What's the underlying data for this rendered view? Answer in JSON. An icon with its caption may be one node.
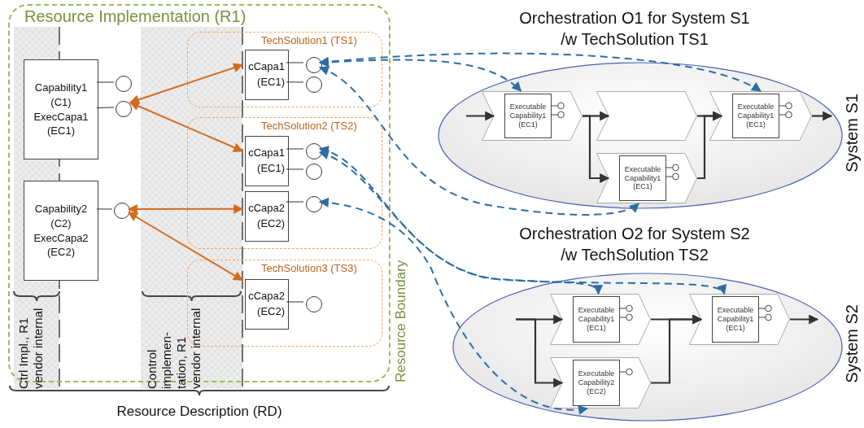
{
  "diagram": {
    "nodes": [
      {
        "text": [
          "Resource Implementation (R1)"
        ]
      },
      {
        "text": [
          "Capability1 (C1) ExecCapa1 (EC1)"
        ],
        "in": 0
      },
      {
        "text": [],
        "shape": "circle",
        "in": 0
      },
      {
        "text": [],
        "shape": "circle",
        "in": 0
      },
      {
        "text": [
          "Capability2 (C2) ExecCapa2 (EC2)"
        ],
        "in": 0
      },
      {
        "text": [],
        "shape": "circle",
        "in": 0
      },
      {
        "text": [
          "TechSolution1 (TS1)"
        ],
        "in": 0
      },
      {
        "text": [
          "cCapa1 (EC1)"
        ],
        "in": 6
      },
      {
        "text": [],
        "shape": "circle",
        "in": 6
      },
      {
        "text": [],
        "shape": "circle",
        "in": 6
      },
      {
        "text": [
          "TechSolution2 (TS2)"
        ],
        "in": 0
      },
      {
        "text": [
          "cCapa1 (EC1)"
        ],
        "in": 10
      },
      {
        "text": [],
        "shape": "circle",
        "in": 10
      },
      {
        "text": [],
        "shape": "circle",
        "in": 10
      },
      {
        "text": [
          "cCapa2 (EC2)"
        ],
        "in": 10
      },
      {
        "text": [],
        "shape": "circle",
        "in": 10
      },
      {
        "text": [
          "TechSolution3 (TS3)"
        ],
        "in": 0
      },
      {
        "text": [
          "cCapa2 (EC2)"
        ],
        "in": 16
      },
      {
        "text": [],
        "shape": "circle",
        "in": 16
      },
      {
        "text": [
          "Orchestration O1 for System S1 /w TechSolution TS1",
          "System S1"
        ]
      },
      {
        "text": [
          "Executable Capability1 (EC1)"
        ],
        "in": 19
      },
      {
        "text": [],
        "shape": "chevron",
        "in": 19
      },
      {
        "text": [
          "Executable Capability1 (EC1)"
        ],
        "in": 19
      },
      {
        "text": [
          "Executable Capability1 (EC1)"
        ],
        "in": 19
      },
      {
        "text": [
          "Orchestration O2 for System S2 /w TechSolution TS2",
          "System S2"
        ]
      },
      {
        "text": [
          "Executable Capability1 (EC1)"
        ],
        "in": 24
      },
      {
        "text": [
          "Executable Capability2 (EC2)"
        ],
        "in": 24
      },
      {
        "text": [
          "Executable Capability1 (EC1)"
        ],
        "in": 24
      }
    ],
    "edges": [
      {
        "from": 1,
        "to": 2,
        "arrow": "none"
      },
      {
        "from": 1,
        "to": 3,
        "arrow": "none"
      },
      {
        "from": 4,
        "to": 5,
        "arrow": "none"
      },
      {
        "from": 7,
        "to": 8,
        "arrow": "none"
      },
      {
        "from": 7,
        "to": 9,
        "arrow": "none"
      },
      {
        "from": 11,
        "to": 12,
        "arrow": "none"
      },
      {
        "from": 11,
        "to": 13,
        "arrow": "none"
      },
      {
        "from": 14,
        "to": 15,
        "arrow": "none"
      },
      {
        "from": 17,
        "to": 18,
        "arrow": "none"
      },
      {
        "from": 3,
        "to": 7,
        "arrow": "both",
        "color": "#d46b1c"
      },
      {
        "from": 3,
        "to": 11,
        "arrow": "both",
        "color": "#d46b1c"
      },
      {
        "from": 5,
        "to": 14,
        "arrow": "both",
        "color": "#d46b1c"
      },
      {
        "from": 5,
        "to": 17,
        "arrow": "both",
        "color": "#d46b1c"
      },
      {
        "from": 8,
        "to": 20,
        "arrow": "both",
        "style": "dashed",
        "color": "#2e6da4"
      },
      {
        "from": 8,
        "to": 22,
        "arrow": "both",
        "style": "dashed",
        "color": "#2e6da4"
      },
      {
        "from": 8,
        "to": 23,
        "arrow": "both",
        "style": "dashed",
        "color": "#2e6da4"
      },
      {
        "from": 12,
        "to": 25,
        "arrow": "both",
        "style": "dashed",
        "color": "#2e6da4"
      },
      {
        "from": 12,
        "to": 27,
        "arrow": "both",
        "style": "dashed",
        "color": "#2e6da4"
      },
      {
        "from": 15,
        "to": 26,
        "arrow": "both",
        "style": "dashed",
        "color": "#2e6da4"
      },
      {
        "from": null,
        "to": 20,
        "arrow": "to"
      },
      {
        "from": 20,
        "to": 21,
        "arrow": "to"
      },
      {
        "from": 20,
        "to": 23,
        "arrow": "to"
      },
      {
        "from": 21,
        "to": 22,
        "arrow": "to"
      },
      {
        "from": 23,
        "to": 22,
        "arrow": "to"
      },
      {
        "from": 22,
        "to": null,
        "arrow": "to"
      },
      {
        "from": null,
        "to": 25,
        "arrow": "to"
      },
      {
        "from": null,
        "to": 26,
        "arrow": "to"
      },
      {
        "from": 25,
        "to": 27,
        "arrow": "to"
      },
      {
        "from": 26,
        "to": 27,
        "arrow": "to"
      },
      {
        "from": 27,
        "to": null,
        "arrow": "to"
      }
    ],
    "labels": [
      "Resource Boundary",
      "Ctrl Impl., R1 vendor internal",
      "Control implemen- tation, R1 vendor internal",
      "Resource Description (RD)"
    ]
  }
}
